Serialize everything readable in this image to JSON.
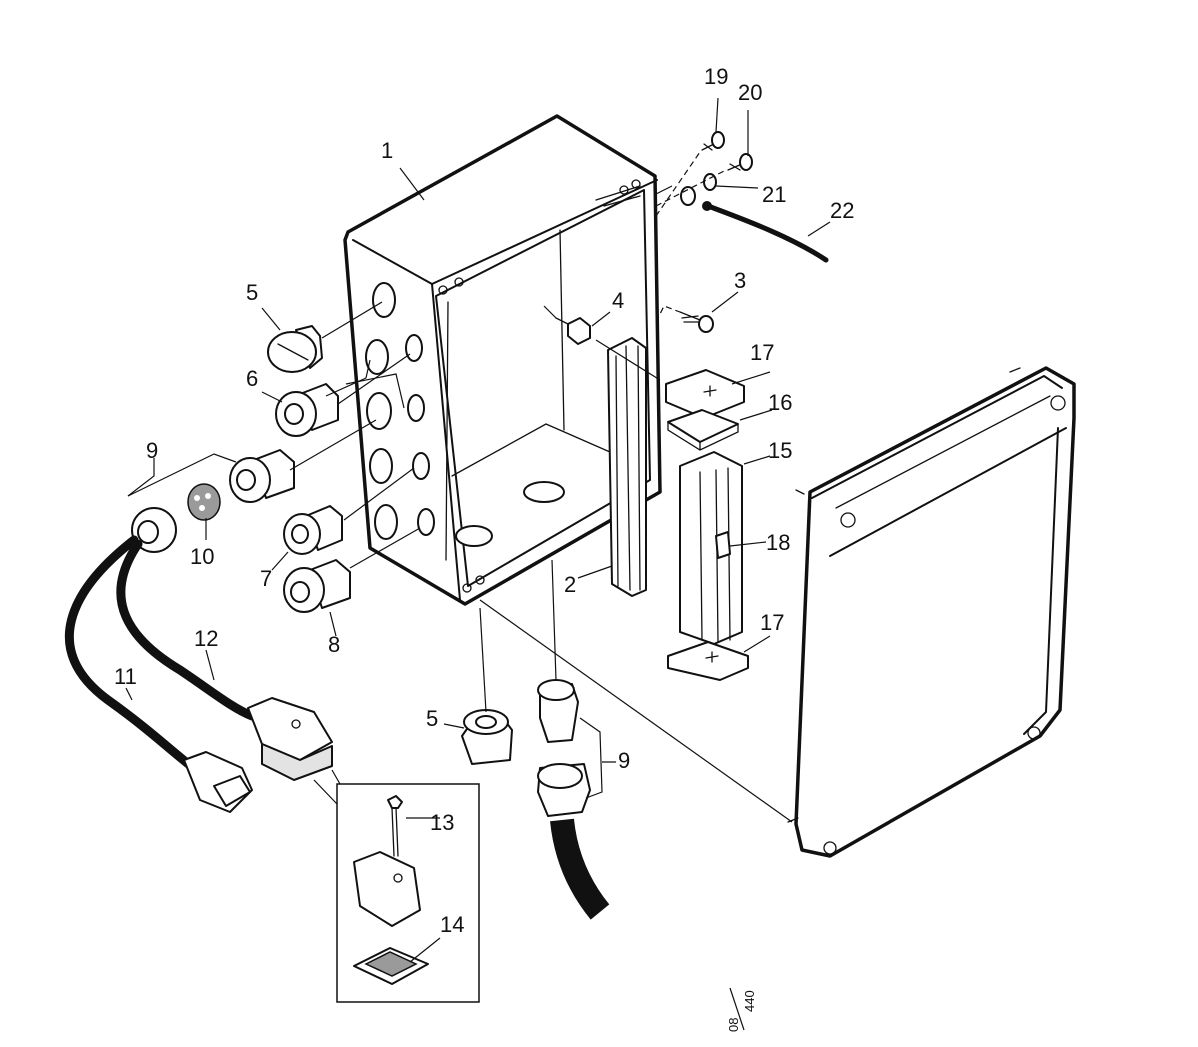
{
  "callouts": [
    {
      "id": "c1",
      "text": "1"
    },
    {
      "id": "c2",
      "text": "2"
    },
    {
      "id": "c3",
      "text": "3"
    },
    {
      "id": "c4",
      "text": "4"
    },
    {
      "id": "c5a",
      "text": "5"
    },
    {
      "id": "c5b",
      "text": "5"
    },
    {
      "id": "c6",
      "text": "6"
    },
    {
      "id": "c7",
      "text": "7"
    },
    {
      "id": "c8",
      "text": "8"
    },
    {
      "id": "c9a",
      "text": "9"
    },
    {
      "id": "c9b",
      "text": "9"
    },
    {
      "id": "c10",
      "text": "10"
    },
    {
      "id": "c11",
      "text": "11"
    },
    {
      "id": "c12",
      "text": "12"
    },
    {
      "id": "c13",
      "text": "13"
    },
    {
      "id": "c14",
      "text": "14"
    },
    {
      "id": "c15",
      "text": "15"
    },
    {
      "id": "c16",
      "text": "16"
    },
    {
      "id": "c17a",
      "text": "17"
    },
    {
      "id": "c17b",
      "text": "17"
    },
    {
      "id": "c18",
      "text": "18"
    },
    {
      "id": "c19",
      "text": "19"
    },
    {
      "id": "c20",
      "text": "20"
    },
    {
      "id": "c21",
      "text": "21"
    },
    {
      "id": "c22",
      "text": "22"
    }
  ],
  "drawing_ref": {
    "sheet": "08",
    "number": "440"
  }
}
